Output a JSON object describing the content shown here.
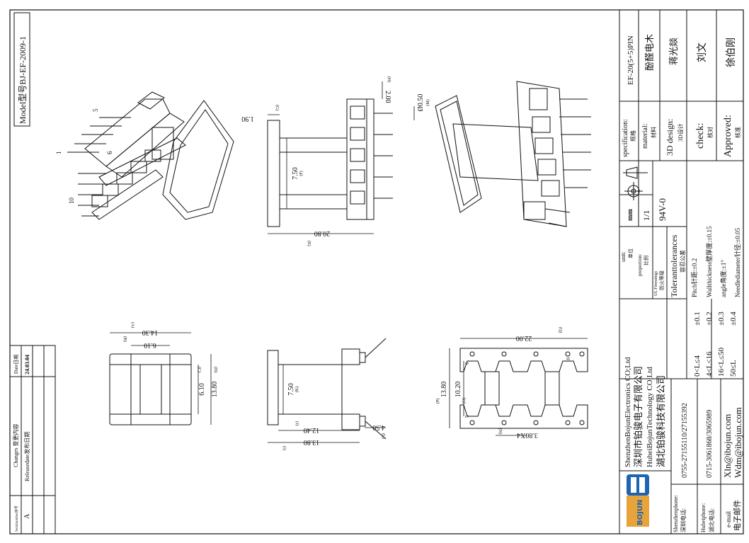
{
  "model": {
    "label": "Model型号",
    "value": "BJ-EF-2009-1"
  },
  "pin_labels": {
    "p1": "1",
    "p5": "5",
    "p6": "6",
    "p10": "10"
  },
  "side_dims": {
    "d190": "1.90",
    "g": "(G)",
    "d750": "7.50",
    "f": "(F)",
    "d2080": "20.80",
    "e": "(E)",
    "d200": "2.00",
    "h": "(H)",
    "d050": "Ø0.50",
    "m": "(M)"
  },
  "bottom_dims": {
    "d1430": "14.30",
    "a": "(A)",
    "d610": "6.10",
    "b": "(B)",
    "d610v": "6.10",
    "c": "(C)",
    "d1380v": "13.80",
    "d": "(D)"
  },
  "front_dims": {
    "d750": "7.50",
    "k": "(K)",
    "d1240": "12.40",
    "j": "(J)",
    "d1380": "13.80",
    "i": "(I)",
    "d450": "4.50",
    "l": "(L)"
  },
  "pin_view": {
    "d2200": "22.00",
    "q": "(Q)",
    "d1380": "13.80",
    "p": "(P)",
    "d1020": "10.20",
    "o": "(O)",
    "d380x4": "3.80X4",
    "n": "(N)",
    "pin6": "6",
    "pin10": "10",
    "pin5": "5",
    "pin1": "1"
  },
  "changes": {
    "serial_header": "Serialnumber序号",
    "changes_header": "Changes 变更内容",
    "date_header": "Date日期",
    "row_serial": "A",
    "row_change": "Releasedate发布日期",
    "row_date": "24.03.04"
  },
  "title_block": {
    "spec_label": "specification:",
    "spec_label_cn": "规格",
    "spec_value": "EF-20(5+5)PIN",
    "material_label": "material:",
    "material_label_cn": "材料",
    "material_value": "酚醛电木",
    "design_label": "3D design:",
    "design_label_cn": "3D设计",
    "design_value": "蒋光燚",
    "check_label": "check:",
    "check_label_cn": "核对",
    "check_value": "刘文",
    "approved_label": "Approved:",
    "approved_label_cn": "核准",
    "approved_value": "徐伯刚",
    "unit_label": "unit:",
    "unit_label_cn": "单位",
    "unit_value": "mm",
    "proportion_label": "proportion:",
    "proportion_label_cn": "比例",
    "proportion_value": "1/1",
    "flame_label": "UL Fireratings",
    "flame_label_cn": "防火等级",
    "flame_value": "94V-0",
    "company_en1": "ShenzhenBojunElectronics CO;Ltd",
    "company_cn1": "深圳市铂骏电子有限公司",
    "company_en2": "HubeiBojunTechnology CO;Ltd",
    "company_cn2": "湖北铂骏科技有限公司",
    "tolerance_title": "Toleranttolerances",
    "tolerance_title_cn": "容忍公差",
    "tol_range1": "0<L≤4",
    "tol_val1": "±0.1",
    "tol_range2": "4<L≤16",
    "tol_val2": "±0.2",
    "tol_range3": "16<L≤50",
    "tol_val3": "±0.3",
    "tol_range4": "50≤L",
    "tol_val4": "±0.4",
    "pitch_tol": "Pitch针距:±0.2",
    "wall_tol": "Wallthickness壁厚度:±0.15",
    "angle_tol": "angle角度:±1°",
    "needle_tol": "Needlediameter针径:±0.05",
    "sz_phone_label": "Shenzhenphone:",
    "sz_phone_label_cn": "深圳电话:",
    "sz_phone_value": "0755-27155110/27155392",
    "hb_phone_label": "Hubeiphone:",
    "hb_phone_label_cn": "湖北电话:",
    "hb_phone_value": "0715-3061868/3065989",
    "email_label": "e-mail",
    "email_label_cn": "电子邮件",
    "email1": "Xln@ibojun.com",
    "email2": "Wdm@ibojun.com",
    "logo_text": "BOJUN"
  },
  "colors": {
    "logo_blue": "#1f63b5",
    "logo_orange": "#e8a33a",
    "line": "#111111"
  }
}
